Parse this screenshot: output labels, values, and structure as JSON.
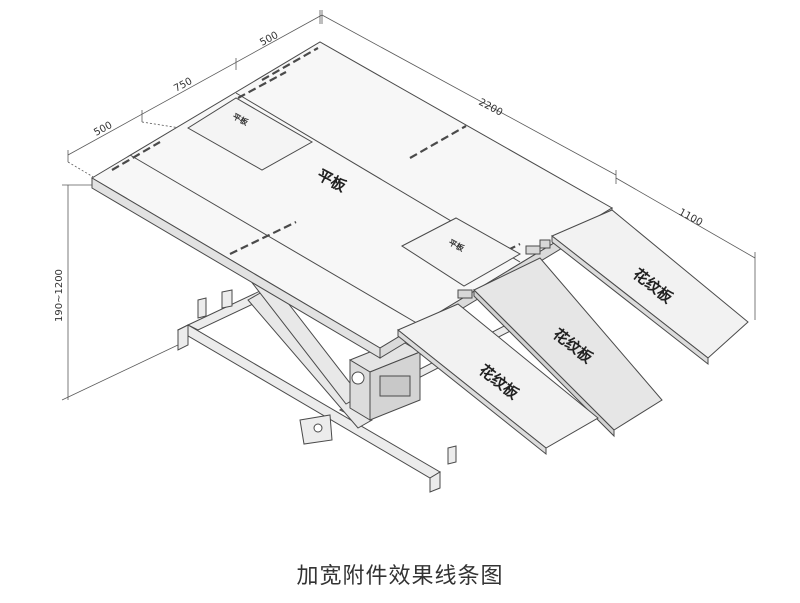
{
  "caption": "加宽附件效果线条图",
  "dimensions": {
    "width_500_front": "500",
    "width_750": "750",
    "width_500_back": "500",
    "length_2200": "2200",
    "ramp_1100": "1100",
    "height_range": "190~1200"
  },
  "labels": {
    "platform_main": "平板",
    "platform_small_back": "平板",
    "platform_small_front": "平板",
    "ramp_1": "花纹板",
    "ramp_2": "花纹板",
    "ramp_3": "花纹板"
  },
  "colors": {
    "line": "#4a4a4a",
    "dim_line": "#5a5a5a",
    "plate_fill": "#f7f7f7",
    "ramp_fill": "#f2f2f2",
    "ramp_mid_fill": "#e6e6e6",
    "frame_fill": "#ececec"
  }
}
